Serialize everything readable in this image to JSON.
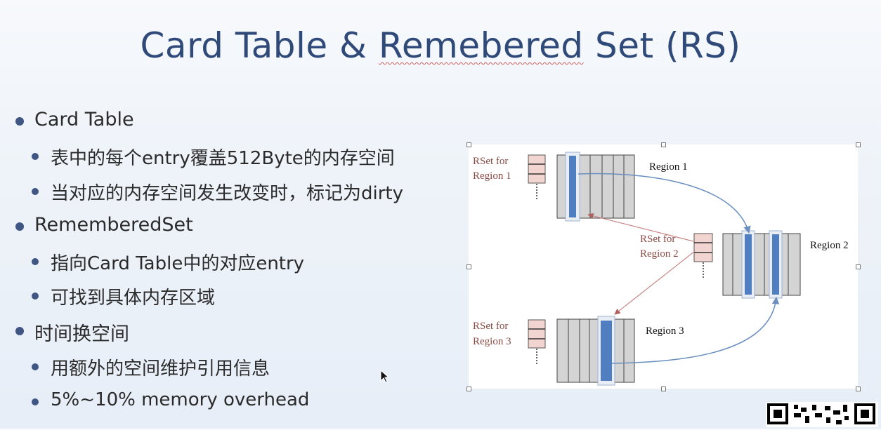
{
  "slide": {
    "title_prefix": "Card Table & ",
    "title_wavy": "Remebered",
    "title_suffix": " Set (RS)"
  },
  "bullets": [
    {
      "level": 1,
      "text": "Card Table"
    },
    {
      "level": 2,
      "text": "表中的每个entry覆盖512Byte的内存空间"
    },
    {
      "level": 2,
      "text": "当对应的内存空间发生改变时，标记为dirty"
    },
    {
      "level": 1,
      "text": "RememberedSet"
    },
    {
      "level": 2,
      "text": "指向Card Table中的对应entry"
    },
    {
      "level": 2,
      "text": "可找到具体内存区域"
    },
    {
      "level": 1,
      "text": "时间换空间"
    },
    {
      "level": 2,
      "text": "用额外的空间维护引用信息"
    },
    {
      "level": 2,
      "text": "5%~10% memory overhead"
    }
  ],
  "diagram": {
    "rset1": {
      "line1": "RSet for",
      "line2": "Region 1"
    },
    "rset2": {
      "line1": "RSet for",
      "line2": "Region 2"
    },
    "rset3": {
      "line1": "RSet for",
      "line2": "Region 3"
    },
    "region1": "Region 1",
    "region2": "Region 2",
    "region3": "Region 3"
  },
  "colors": {
    "title": "#2f4a79",
    "bullet_dot": "#3f5584",
    "rset_box": "#f2d4d0",
    "rset_label": "#8a4a44",
    "card_highlight": "#4f7fc0",
    "card_gray": "#d4d4d4",
    "arrow_blue": "#6a8fbf",
    "arrow_red": "#c88a88"
  }
}
